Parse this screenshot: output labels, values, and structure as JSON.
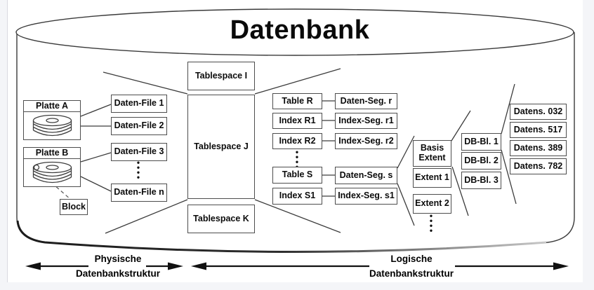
{
  "title": "Datenbank",
  "ellipsis": "•\n•\n•\n•",
  "physical": {
    "disk_a": "Platte A",
    "disk_b": "Platte B",
    "block": "Block",
    "files": [
      "Daten-File 1",
      "Daten-File 2",
      "Daten-File 3",
      "Daten-File n"
    ]
  },
  "tablespaces": {
    "i": "Tablespace I",
    "j": "Tablespace J",
    "k": "Tablespace K"
  },
  "logical": {
    "rows": [
      {
        "object": "Table R",
        "segment": "Daten-Seg. r"
      },
      {
        "object": "Index R1",
        "segment": "Index-Seg. r1"
      },
      {
        "object": "Index R2",
        "segment": "Index-Seg. r2"
      },
      {
        "object": "Table S",
        "segment": "Daten-Seg. s"
      },
      {
        "object": "Index S1",
        "segment": "Index-Seg. s1"
      }
    ],
    "extents": [
      "Basis Extent",
      "Extent 1",
      "Extent 2"
    ],
    "blocks": [
      "DB-Bl. 1",
      "DB-Bl. 2",
      "DB-Bl. 3"
    ],
    "records": [
      "Datens. 032",
      "Datens. 517",
      "Datens. 389",
      "Datens. 782"
    ]
  },
  "footer": {
    "physical_line1": "Physische",
    "physical_line2": "Datenbankstruktur",
    "logical_line1": "Logische",
    "logical_line2": "Datenbankstruktur"
  },
  "colors": {
    "line": "#3c3c3c",
    "box_border": "#4d4d4d",
    "text": "#0a0a0a",
    "background": "#ffffff"
  }
}
